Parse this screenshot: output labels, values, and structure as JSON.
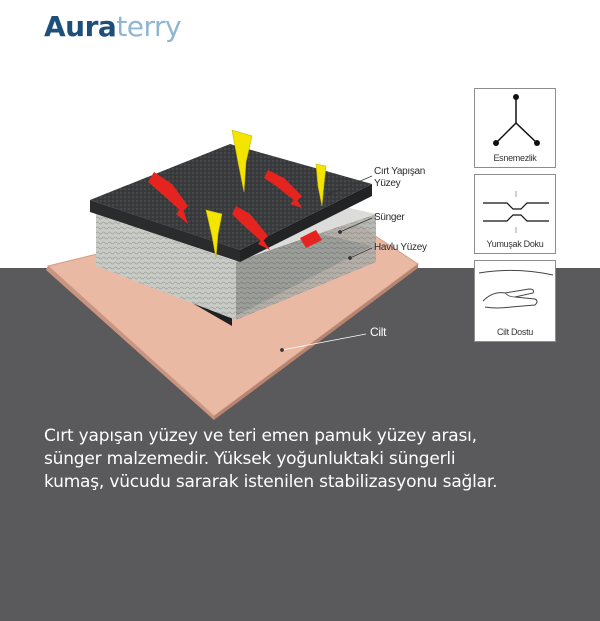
{
  "brand": {
    "part1": "Aura",
    "part2": "terry"
  },
  "layers": {
    "hook_surface_line1": "Cırt Yapışan",
    "hook_surface_line2": "Yüzey",
    "foam": "Sünger",
    "towel_surface": "Havlu Yüzey",
    "skin": "Cilt"
  },
  "features": [
    {
      "label": "Esnemezlik",
      "icon": "three-point-icon"
    },
    {
      "label": "Yumuşak Doku",
      "icon": "compress-lines-icon"
    },
    {
      "label": "Cilt Dostu",
      "icon": "hand-touch-icon"
    }
  ],
  "caption_lines": [
    "Cırt yapışan yüzey ve teri emen pamuk yüzey arası,",
    "sünger malzemedir. Yüksek yoğunluktaki süngerli",
    "kumaş, vücudu sararak istenilen stabilizasyonu sağlar."
  ],
  "colors": {
    "brand_dark": "#1e4f7a",
    "brand_light": "#8fb7d4",
    "background_dark": "#5a595b",
    "skin": "#e9b9a4",
    "foam": "#c9cbc6",
    "velcro": "#3a3b3d",
    "arrow_red": "#e52420",
    "arrow_yellow": "#f3e500"
  }
}
